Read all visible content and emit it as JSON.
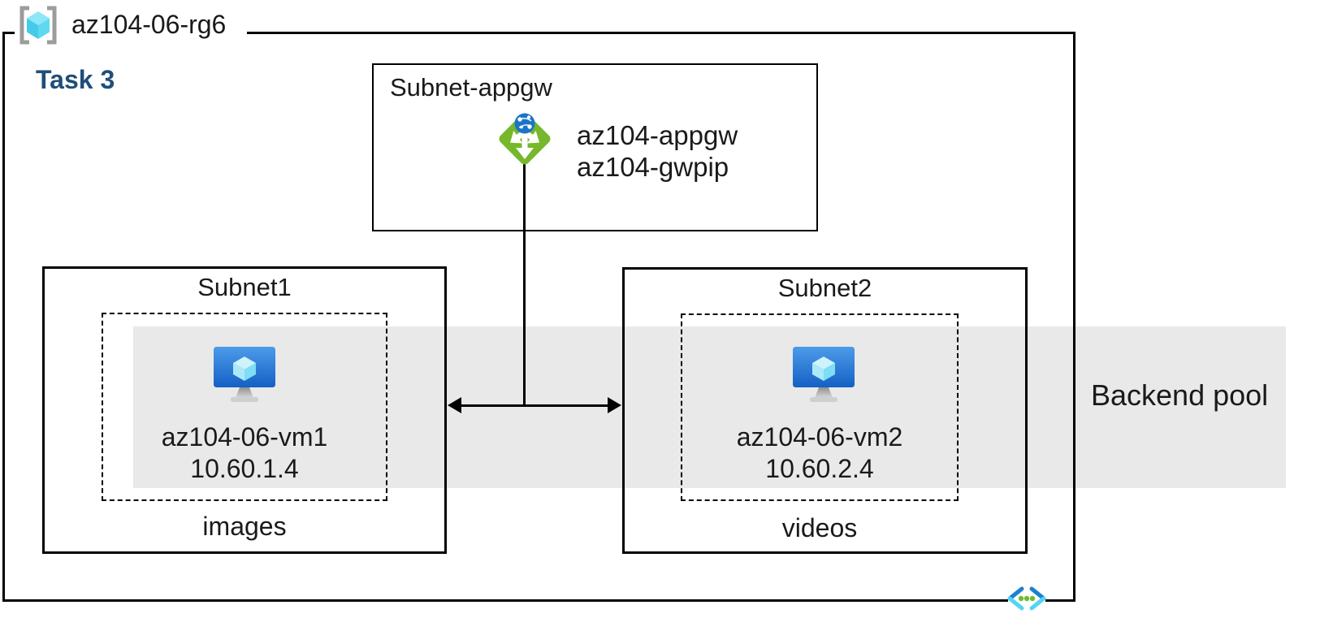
{
  "resource_group": {
    "label": "az104-06-rg6"
  },
  "task_label": "Task 3",
  "appgw_subnet": {
    "title": "Subnet-appgw",
    "gateway_name": "az104-appgw",
    "gateway_pip": "az104-gwpip"
  },
  "subnet1": {
    "title": "Subnet1",
    "vm_name": "az104-06-vm1",
    "vm_ip": "10.60.1.4",
    "caption": "images"
  },
  "subnet2": {
    "title": "Subnet2",
    "vm_name": "az104-06-vm2",
    "vm_ip": "10.60.2.4",
    "caption": "videos"
  },
  "backend_pool_label": "Backend pool",
  "icons": {
    "resource_group": "resource-group-icon",
    "application_gateway": "application-gateway-icon",
    "virtual_machine": "virtual-machine-icon",
    "virtual_network": "virtual-network-icon"
  },
  "colors": {
    "task_label_blue": "#1f4e79",
    "appgw_green": "#75b82b",
    "globe_blue": "#1d73c9",
    "vm_screen_blue_top": "#4d9bea",
    "vm_screen_blue_bottom": "#1460c4",
    "backend_band_gray": "#e9e9e9",
    "diagram_line_black": "#000000",
    "vnet_chevron_blue": "#1d80d2",
    "vnet_chevron_cyan": "#55d4f4",
    "vnet_dot_green": "#6ebc30",
    "rg_bracket_gray": "#9c9c9c",
    "rg_cube_cyan": "#4fd0ee"
  }
}
